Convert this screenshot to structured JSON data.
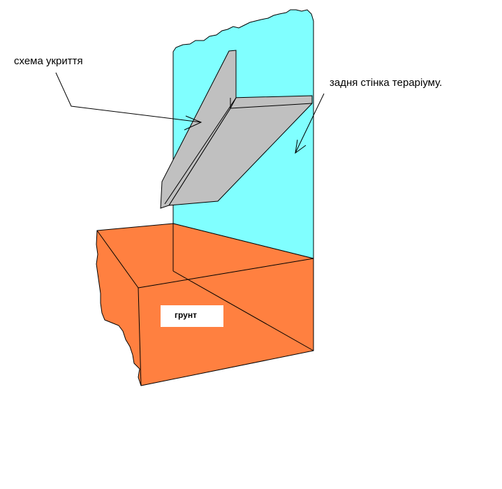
{
  "labels": {
    "shelter_scheme": "схема укриття",
    "back_wall": "задня стінка тераріуму.",
    "soil": "грунт"
  },
  "colors": {
    "wall": "#80ffff",
    "soil": "#ff8040",
    "shelter": "#c0c0c0",
    "outline": "#000000",
    "soil_label_bg": "#ffffff"
  }
}
